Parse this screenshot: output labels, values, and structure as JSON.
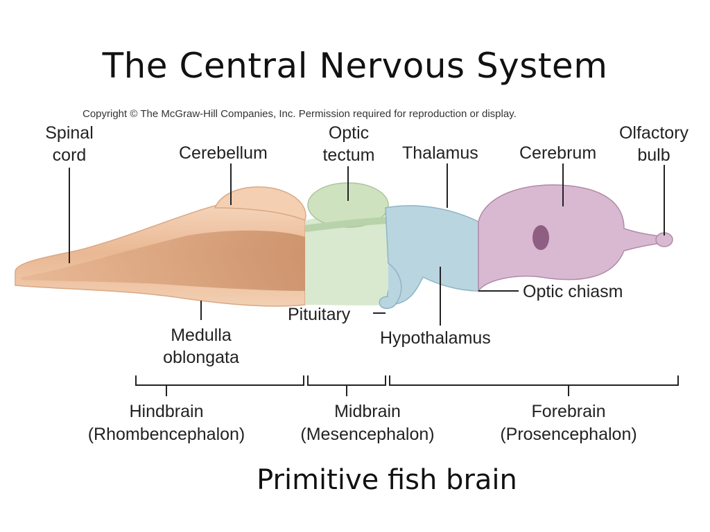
{
  "title": "The Central Nervous System",
  "copyright": "Copyright © The McGraw-Hill Companies, Inc. Permission required for reproduction or display.",
  "labels": {
    "spinal_cord": [
      "Spinal",
      "cord"
    ],
    "cerebellum": "Cerebellum",
    "optic_tectum": [
      "Optic",
      "tectum"
    ],
    "thalamus": "Thalamus",
    "cerebrum": "Cerebrum",
    "olfactory_bulb": [
      "Olfactory",
      "bulb"
    ],
    "optic_chiasm": "Optic chiasm",
    "pituitary": "Pituitary",
    "hypothalamus": "Hypothalamus",
    "medulla_oblongata": [
      "Medulla",
      "oblongata"
    ]
  },
  "regions": [
    {
      "name": "Hindbrain",
      "sub": "(Rhombencephalon)"
    },
    {
      "name": "Midbrain",
      "sub": "(Mesencephalon)"
    },
    {
      "name": "Forebrain",
      "sub": "(Prosencephalon)"
    }
  ],
  "caption": "Primitive fish brain",
  "colors": {
    "hindbrain": "#f2c9a8",
    "hindbrain_inner": "#d9a07a",
    "midbrain": "#cfe2c4",
    "forebrain_blue": "#b7d3de",
    "cerebrum": "#d6b6cf"
  }
}
